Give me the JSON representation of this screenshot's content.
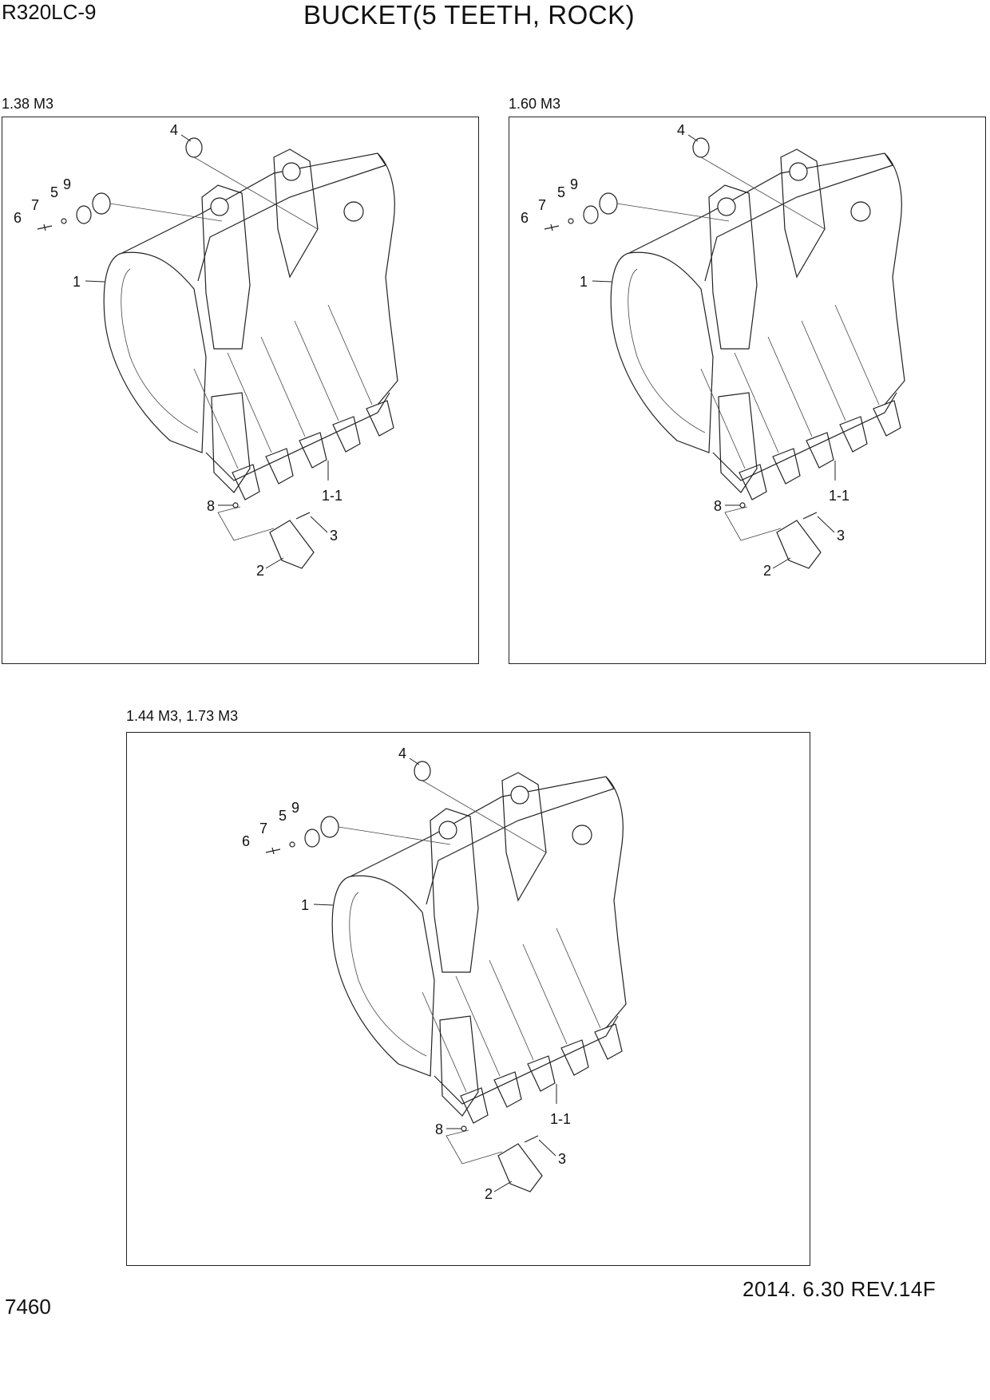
{
  "header": {
    "model": "R320LC-9",
    "title": "BUCKET(5 TEETH, ROCK)"
  },
  "views": [
    {
      "caption": "1.38 M3"
    },
    {
      "caption": "1.60 M3"
    },
    {
      "caption": "1.44 M3, 1.73 M3"
    }
  ],
  "callouts": {
    "c1": "1",
    "c1_1": "1-1",
    "c2": "2",
    "c3": "3",
    "c4": "4",
    "c5": "5",
    "c6": "6",
    "c7": "7",
    "c8": "8",
    "c9": "9"
  },
  "footer": {
    "page": "7460",
    "revision": "2014. 6.30  REV.14F"
  }
}
